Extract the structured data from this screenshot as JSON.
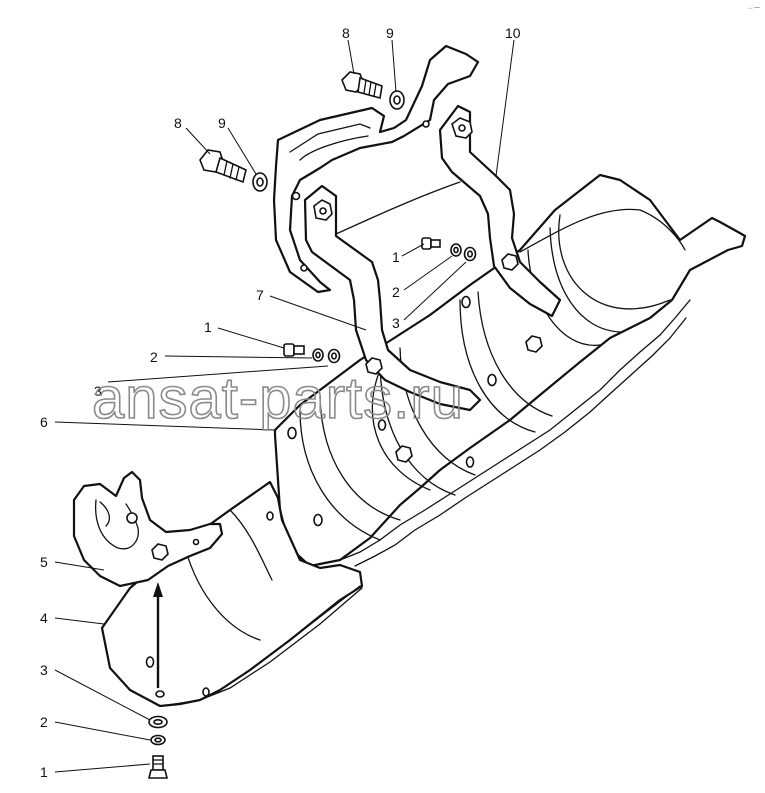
{
  "watermark": "ansat-parts.ru",
  "corner_mark": "←—",
  "callouts": [
    {
      "id": "c-1-bottom",
      "text": "1"
    },
    {
      "id": "c-2-bottom",
      "text": "2"
    },
    {
      "id": "c-3-bottom",
      "text": "3"
    },
    {
      "id": "c-4",
      "text": "4"
    },
    {
      "id": "c-5",
      "text": "5"
    },
    {
      "id": "c-6",
      "text": "6"
    },
    {
      "id": "c-3-mid",
      "text": "3"
    },
    {
      "id": "c-2-mid",
      "text": "2"
    },
    {
      "id": "c-1-mid",
      "text": "1"
    },
    {
      "id": "c-7",
      "text": "7"
    },
    {
      "id": "c-3-right",
      "text": "3"
    },
    {
      "id": "c-2-right",
      "text": "2"
    },
    {
      "id": "c-1-right",
      "text": "1"
    },
    {
      "id": "c-8-left",
      "text": "8"
    },
    {
      "id": "c-9-left",
      "text": "9"
    },
    {
      "id": "c-8-top",
      "text": "8"
    },
    {
      "id": "c-9-top",
      "text": "9"
    },
    {
      "id": "c-10",
      "text": "10"
    }
  ]
}
